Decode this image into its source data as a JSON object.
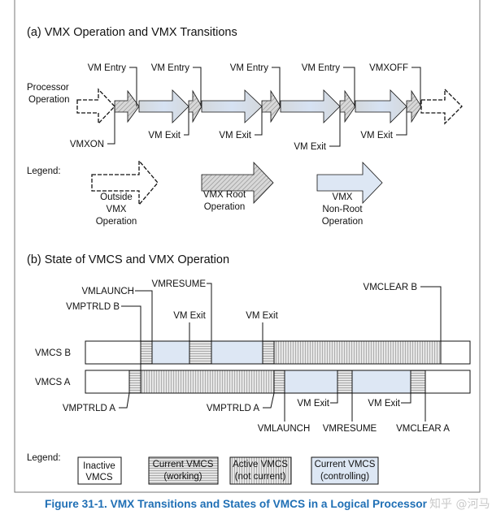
{
  "section_a": {
    "title": "(a) VMX Operation and VMX Transitions",
    "processor_label": [
      "Processor",
      "Operation"
    ],
    "transitions_top": [
      "VM Entry",
      "VM Entry",
      "VM Entry",
      "VM Entry",
      "VMXOFF"
    ],
    "transitions_bottom": [
      "VMXON",
      "VM Exit",
      "VM Exit",
      "VM Exit",
      "VM Exit"
    ],
    "legend_label": "Legend:",
    "legend": [
      {
        "lines": [
          "Outside",
          "VMX",
          "Operation"
        ],
        "style": "dashed-outline"
      },
      {
        "lines": [
          "VMX Root",
          "Operation"
        ],
        "style": "diagonal-hatch"
      },
      {
        "lines": [
          "VMX",
          "Non-Root",
          "Operation"
        ],
        "style": "light-blue"
      }
    ]
  },
  "section_b": {
    "title": "(b) State of VMCS and VMX Operation",
    "rows": [
      "VMCS B",
      "VMCS A"
    ],
    "labels_above": [
      "VMLAUNCH",
      "VMRESUME",
      "VMPTRLD B",
      "VM Exit",
      "VM Exit",
      "VMCLEAR B"
    ],
    "labels_below": [
      "VMPTRLD A",
      "VMPTRLD A",
      "VM Exit",
      "VM Exit",
      "VMLAUNCH",
      "VMRESUME",
      "VMCLEAR A"
    ],
    "legend_label": "Legend:",
    "legend": [
      {
        "lines": [
          "Inactive",
          "VMCS"
        ],
        "style": "white"
      },
      {
        "lines": [
          "Current VMCS",
          "(working)"
        ],
        "style": "horizontal-stripes"
      },
      {
        "lines": [
          "Active VMCS",
          "(not current)"
        ],
        "style": "vertical-stripes"
      },
      {
        "lines": [
          "Current VMCS",
          "(controlling)"
        ],
        "style": "light-blue"
      }
    ]
  },
  "caption": "Figure 31-1.  VMX Transitions and States of VMCS in a Logical Processor",
  "watermark": "知乎 @河马",
  "colors": {
    "caption": "#1f6fb5",
    "non_root": "#dde7f4",
    "frame": "#777777"
  }
}
